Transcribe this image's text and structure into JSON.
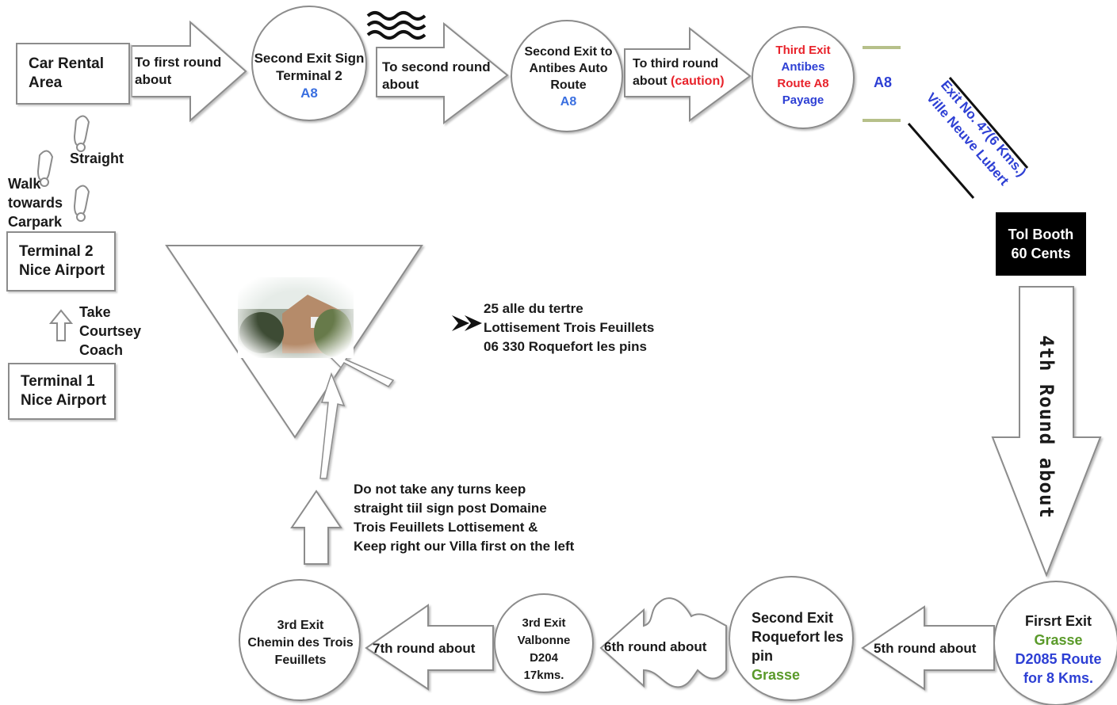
{
  "start": {
    "car_rental": [
      "Car Rental",
      "Area"
    ],
    "straight": "Straight",
    "walk": [
      "Walk",
      "towards",
      "Carpark"
    ],
    "terminal2": [
      "Terminal 2",
      "Nice Airport"
    ],
    "take_coach": [
      "Take",
      "Courtsey",
      "Coach"
    ],
    "terminal1": [
      "Terminal 1",
      "Nice Airport"
    ]
  },
  "top_row": {
    "arrow1": [
      "To first round",
      "about"
    ],
    "circle1": [
      "Second Exit Sign",
      "Terminal 2",
      "A8"
    ],
    "arrow2": [
      "To second round",
      "about"
    ],
    "circle2": [
      "Second Exit to",
      "Antibes Auto",
      "Route",
      "A8"
    ],
    "arrow3": [
      "To third round",
      "about",
      "(caution)"
    ],
    "circle3": [
      "Third Exit",
      "Antibes",
      "Route A8",
      "Payage"
    ],
    "a8_label": "A8"
  },
  "exit_road": [
    "Exit No. 47(6 Kms.)",
    "Ville Neuve Lubert"
  ],
  "toll": [
    "Tol Booth",
    "60 Cents"
  ],
  "fourth_round": "4th Round about",
  "bottom_row": {
    "circle_first": [
      "Firsrt Exit",
      "Grasse",
      "D2085 Route",
      "for 8 Kms."
    ],
    "arrow5": "5th round about",
    "circle_second": [
      "Second Exit",
      "Roquefort les",
      "pin",
      "Grasse"
    ],
    "arrow6": "6th round about",
    "circle_third": [
      "3rd Exit",
      "Valbonne",
      "D204",
      "17kms."
    ],
    "arrow7": "7th round about",
    "circle_final": [
      "3rd Exit",
      "Chemin des Trois",
      "Feuillets"
    ]
  },
  "instructions": [
    "Do not take any turns keep",
    "straight tiil sign post  Domaine",
    "Trois Feuillets Lottisement &",
    "Keep right our Villa first on the left"
  ],
  "address": [
    "25 alle du tertre",
    "Lottisement Trois Feuillets",
    "06 330 Roquefort les pins"
  ],
  "colors": {
    "red": "#e8232b",
    "blue": "#2d3fd4",
    "green": "#5a9a2a",
    "light_blue": "#3a6fe0",
    "outline": "#8c8c8c"
  },
  "icons": [
    "footprint-icon",
    "waves-icon",
    "up-arrow-icon",
    "double-arrowhead-icon",
    "villa-photo"
  ]
}
